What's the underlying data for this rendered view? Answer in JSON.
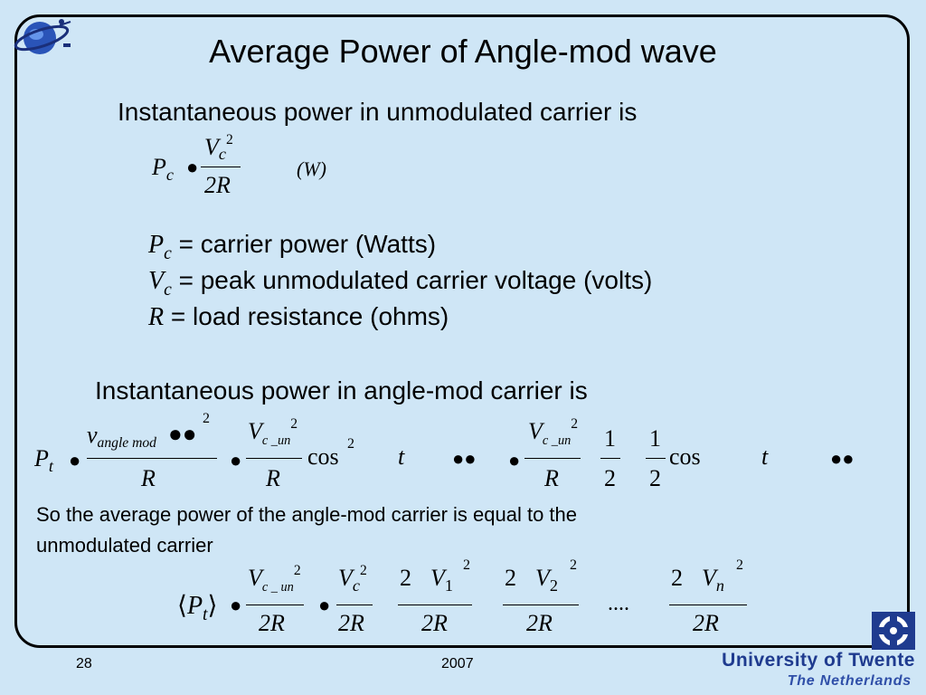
{
  "slide": {
    "title": "Average Power of Angle-mod wave",
    "intro_unmod": "Instantaneous power in unmodulated carrier is",
    "intro_mod": "Instantaneous power in angle-mod carrier is",
    "avg_statement_line1": "So the average power of the angle-mod carrier is equal to the",
    "avg_statement_line2": "unmodulated carrier",
    "unit_watts": "(W)",
    "def_pc": "= carrier power (Watts)",
    "def_vc": "= peak unmodulated carrier voltage (volts)",
    "def_r": "= load resistance (ohms)",
    "sym_pc": "P",
    "sym_pc_sub": "c",
    "sym_vc": "V",
    "sym_vc_sub": "c",
    "sym_r": "R",
    "sym_pt": "P",
    "sym_pt_sub": "t",
    "v_angle_mod": "v",
    "v_angle_mod_sub": "angle mod",
    "v_c_un_sub": "c _un",
    "v_c_un2_sub": "c _ un",
    "cos": "cos",
    "omega_t": "t",
    "one": "1",
    "two": "2",
    "sq": "2",
    "two_R": "2R",
    "dots": "....",
    "v1_sub": "1",
    "v2_sub": "2",
    "vn_sub": "n"
  },
  "footer": {
    "page_number": "28",
    "year": "2007",
    "university": "University of Twente",
    "country": "The Netherlands"
  },
  "colors": {
    "background": "#cfe6f6",
    "brand_blue": "#1f3b8f"
  }
}
